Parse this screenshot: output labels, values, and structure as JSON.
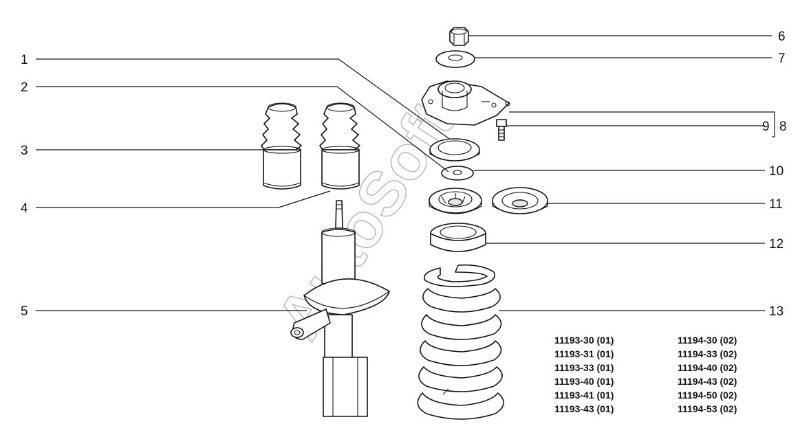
{
  "watermark": "AutoSoft",
  "callouts": [
    {
      "id": "1",
      "label": "1"
    },
    {
      "id": "2",
      "label": "2"
    },
    {
      "id": "3",
      "label": "3"
    },
    {
      "id": "4",
      "label": "4"
    },
    {
      "id": "5",
      "label": "5"
    },
    {
      "id": "6",
      "label": "6"
    },
    {
      "id": "7",
      "label": "7"
    },
    {
      "id": "8",
      "label": "8"
    },
    {
      "id": "9",
      "label": "9"
    },
    {
      "id": "10",
      "label": "10"
    },
    {
      "id": "11",
      "label": "11"
    },
    {
      "id": "12",
      "label": "12"
    },
    {
      "id": "13",
      "label": "13"
    }
  ],
  "applicability": {
    "column_1": [
      "11193-30 (01)",
      "11193-31 (01)",
      "11193-33 (01)",
      "11193-40 (01)",
      "11193-41 (01)",
      "11193-43 (01)"
    ],
    "column_2": [
      "11194-30 (02)",
      "11194-33 (02)",
      "11194-40 (02)",
      "11194-43 (02)",
      "11194-50 (02)",
      "11194-53 (02)"
    ]
  }
}
